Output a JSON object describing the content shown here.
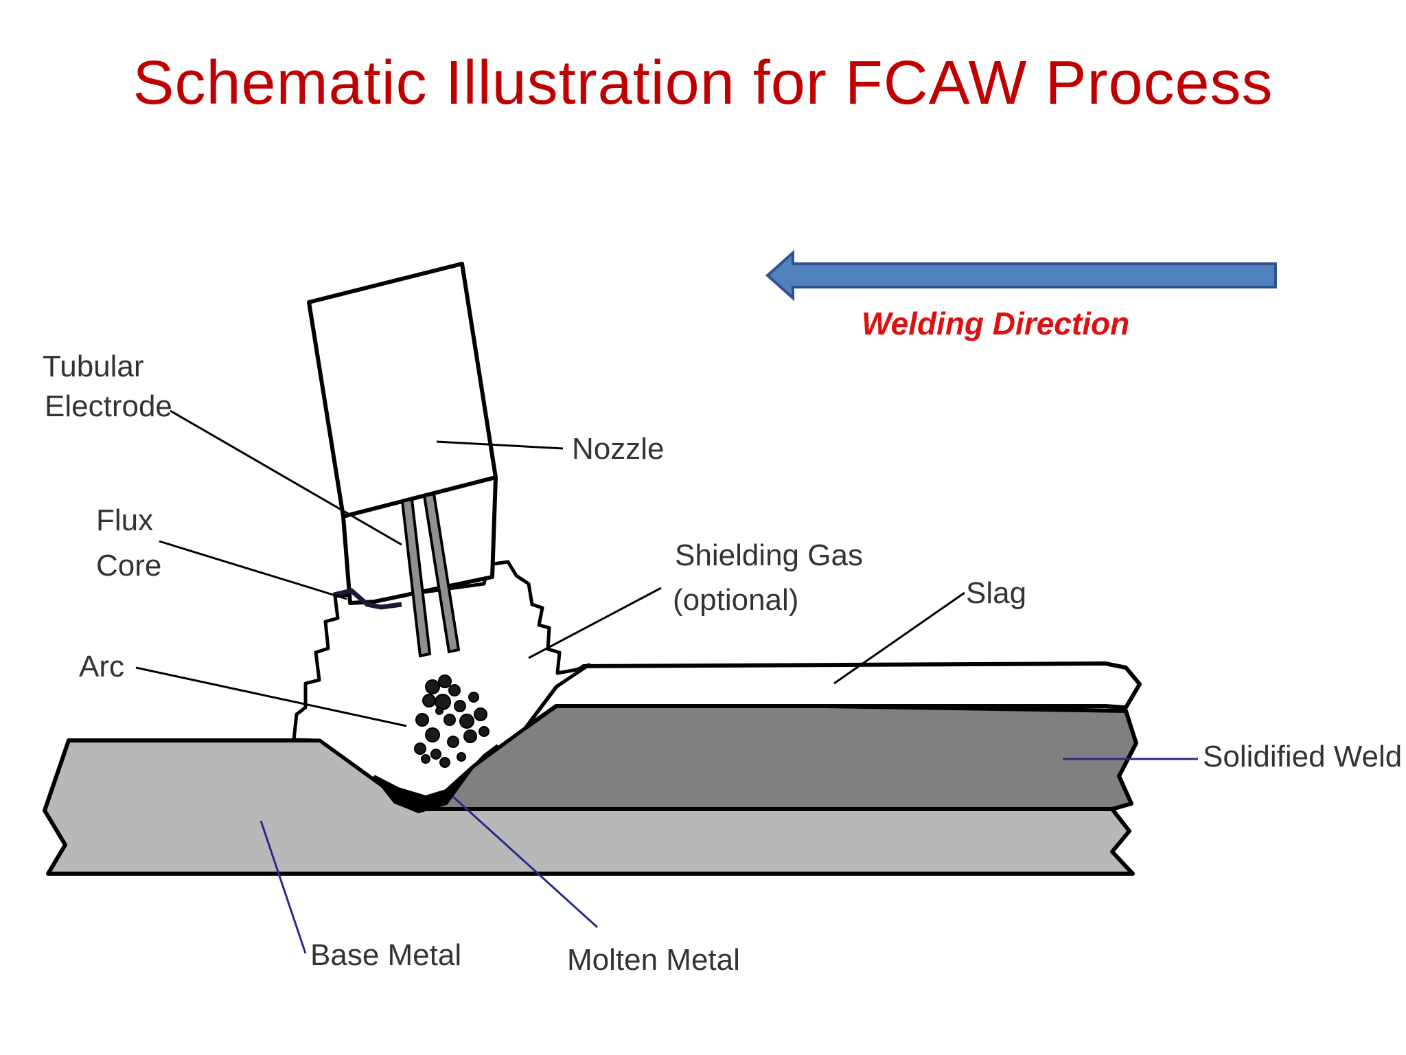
{
  "title": "Schematic Illustration for FCAW Process",
  "colors": {
    "title": "#c00000",
    "direction_text": "#dd1111",
    "arrow_fill": "#4f81bd",
    "arrow_stroke": "#2f528f",
    "base_metal": "#b8b8b8",
    "solidified_weld": "#808080",
    "electrode": "#909090"
  },
  "welding_direction": "Welding Direction",
  "labels": {
    "tubular_line1": "Tubular",
    "tubular_line2": "Electrode",
    "nozzle": "Nozzle",
    "flux_line1": "Flux",
    "flux_line2": "Core",
    "shielding_line1": "Shielding Gas",
    "shielding_line2": "(optional)",
    "slag": "Slag",
    "arc": "Arc",
    "solidified_weld": "Solidified Weld",
    "base_metal": "Base Metal",
    "molten_metal": "Molten Metal"
  }
}
